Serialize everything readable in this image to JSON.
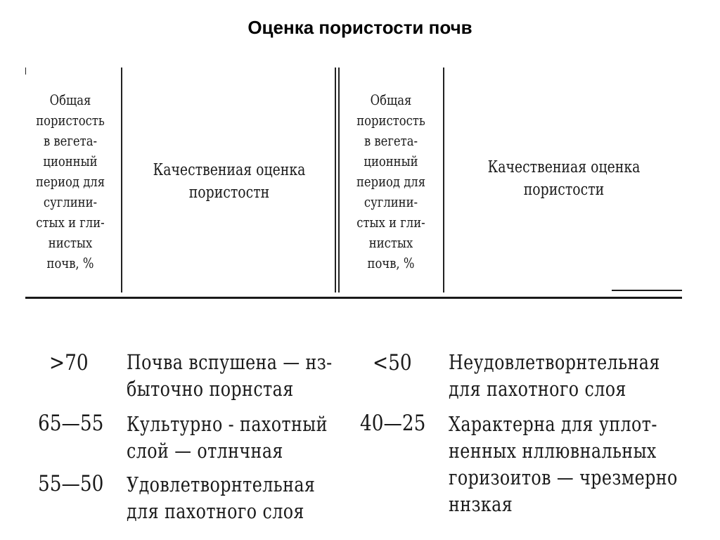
{
  "title": "Оценка пористости почв",
  "header": {
    "col1_lines": [
      "Общая",
      "пористость",
      "в вегета-",
      "ционный",
      "период для",
      "суглини-",
      "стых и гли-",
      "нистых",
      "почв, %"
    ],
    "col2": "Качествениая оценка пористостн",
    "col2_lines": [
      "Качествениая оценка",
      "пористостн"
    ],
    "col3_lines": [
      "Общая",
      "пористость",
      "в вегета-",
      "ционный",
      "период для",
      "суглини-",
      "стых и гли-",
      "нистых",
      "почв, %"
    ],
    "col4_lines": [
      "Качествениая оценка",
      "пористости"
    ]
  },
  "rows_left": [
    {
      "value": ">70",
      "desc_lines": [
        "Почва вспушена — нз-",
        "быточно порнстая"
      ]
    },
    {
      "value": "65—55",
      "desc_lines": [
        "Культурно - пахотный",
        "слой — отлнчная"
      ]
    },
    {
      "value": "55—50",
      "desc_lines": [
        "Удовлетворнтельная",
        "для пахотного слоя"
      ]
    }
  ],
  "rows_right": [
    {
      "value": "<50",
      "desc_lines": [
        "Неудовлетворнтельная",
        "для пахотного слоя"
      ]
    },
    {
      "value": "40—25",
      "desc_lines": [
        "Характерна для уплот-",
        "ненных нллювнальных",
        "горизоитов — чрезмерно",
        "ннзкая"
      ]
    }
  ]
}
